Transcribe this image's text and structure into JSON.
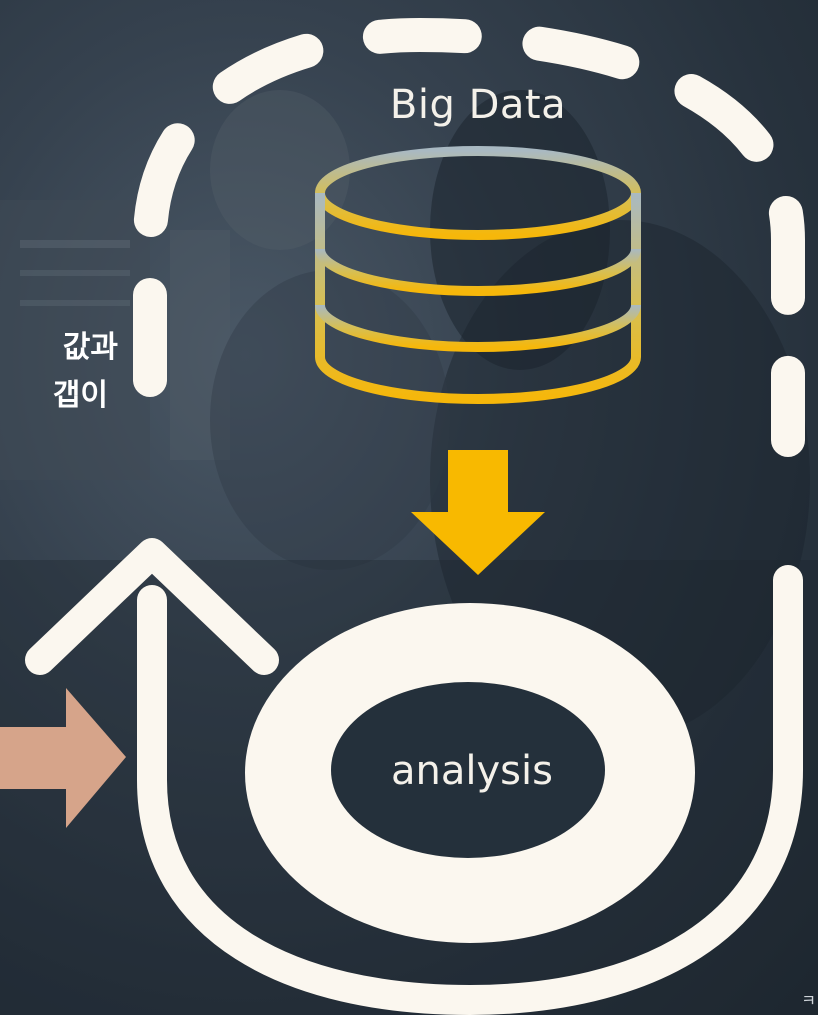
{
  "diagram": {
    "big_data_label": "Big Data",
    "analysis_label": "analysis",
    "side_text": {
      "line1": "값과",
      "line2": "갭이"
    },
    "corner_mark": "ㅋ"
  },
  "colors": {
    "cycle_stroke": "#fbf7ef",
    "arrow_down": "#f8b900",
    "arrow_in": "#d6a48a",
    "cylinder_top": "#a9b9c2",
    "cylinder_bottom": "#f6b70a",
    "analysis_core": "#24303b"
  },
  "icons": {
    "database": "database-icon",
    "down_arrow": "arrow-down-icon",
    "inflow_arrow": "arrow-right-icon",
    "cycle_arrow": "arrow-up-icon"
  }
}
